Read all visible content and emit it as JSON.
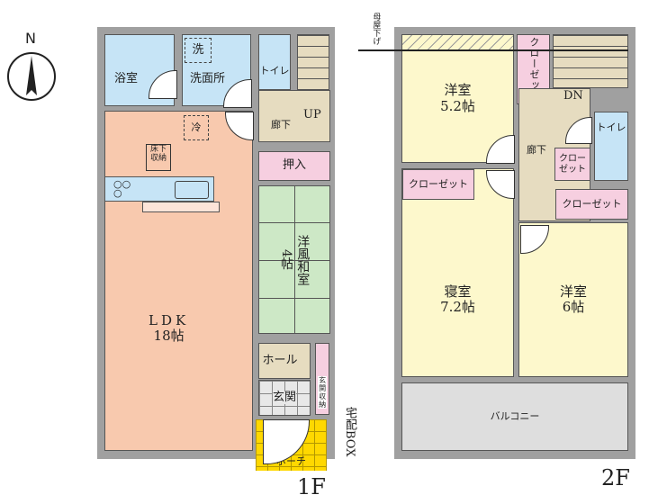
{
  "compass": {
    "label": "N"
  },
  "floor1": {
    "label": "1F",
    "rooms": {
      "bath": "浴室",
      "washroom": "洗面所",
      "washer": "洗",
      "toilet": "トイレ",
      "hall_corridor": "廊下",
      "stairs": "UP",
      "ldk_name": "LDK",
      "ldk_size": "18帖",
      "fridge": "冷",
      "underfloor": "床下\n収納",
      "oshiire": "押入",
      "washitsu_type": "洋風和室",
      "washitsu_size": "4帖",
      "hall": "ホール",
      "entrance": "玄関",
      "entrance_storage": "玄関収納",
      "porch": "ポーチ",
      "delivery_box": "宅配BOX"
    }
  },
  "floor2": {
    "label": "2F",
    "rooms": {
      "room1_name": "洋室",
      "room1_size": "5.2帖",
      "closet1": "クローゼット",
      "stairs": "DN",
      "corridor": "廊下",
      "toilet": "トイレ",
      "closet2": "クローゼット",
      "closet3": "クローゼット",
      "closet4": "クローゼット",
      "bedroom_name": "寝室",
      "bedroom_size": "7.2帖",
      "room2_name": "洋室",
      "room2_size": "6帖",
      "balcony": "バルコニー",
      "roof_note": "母屋下げ"
    }
  }
}
